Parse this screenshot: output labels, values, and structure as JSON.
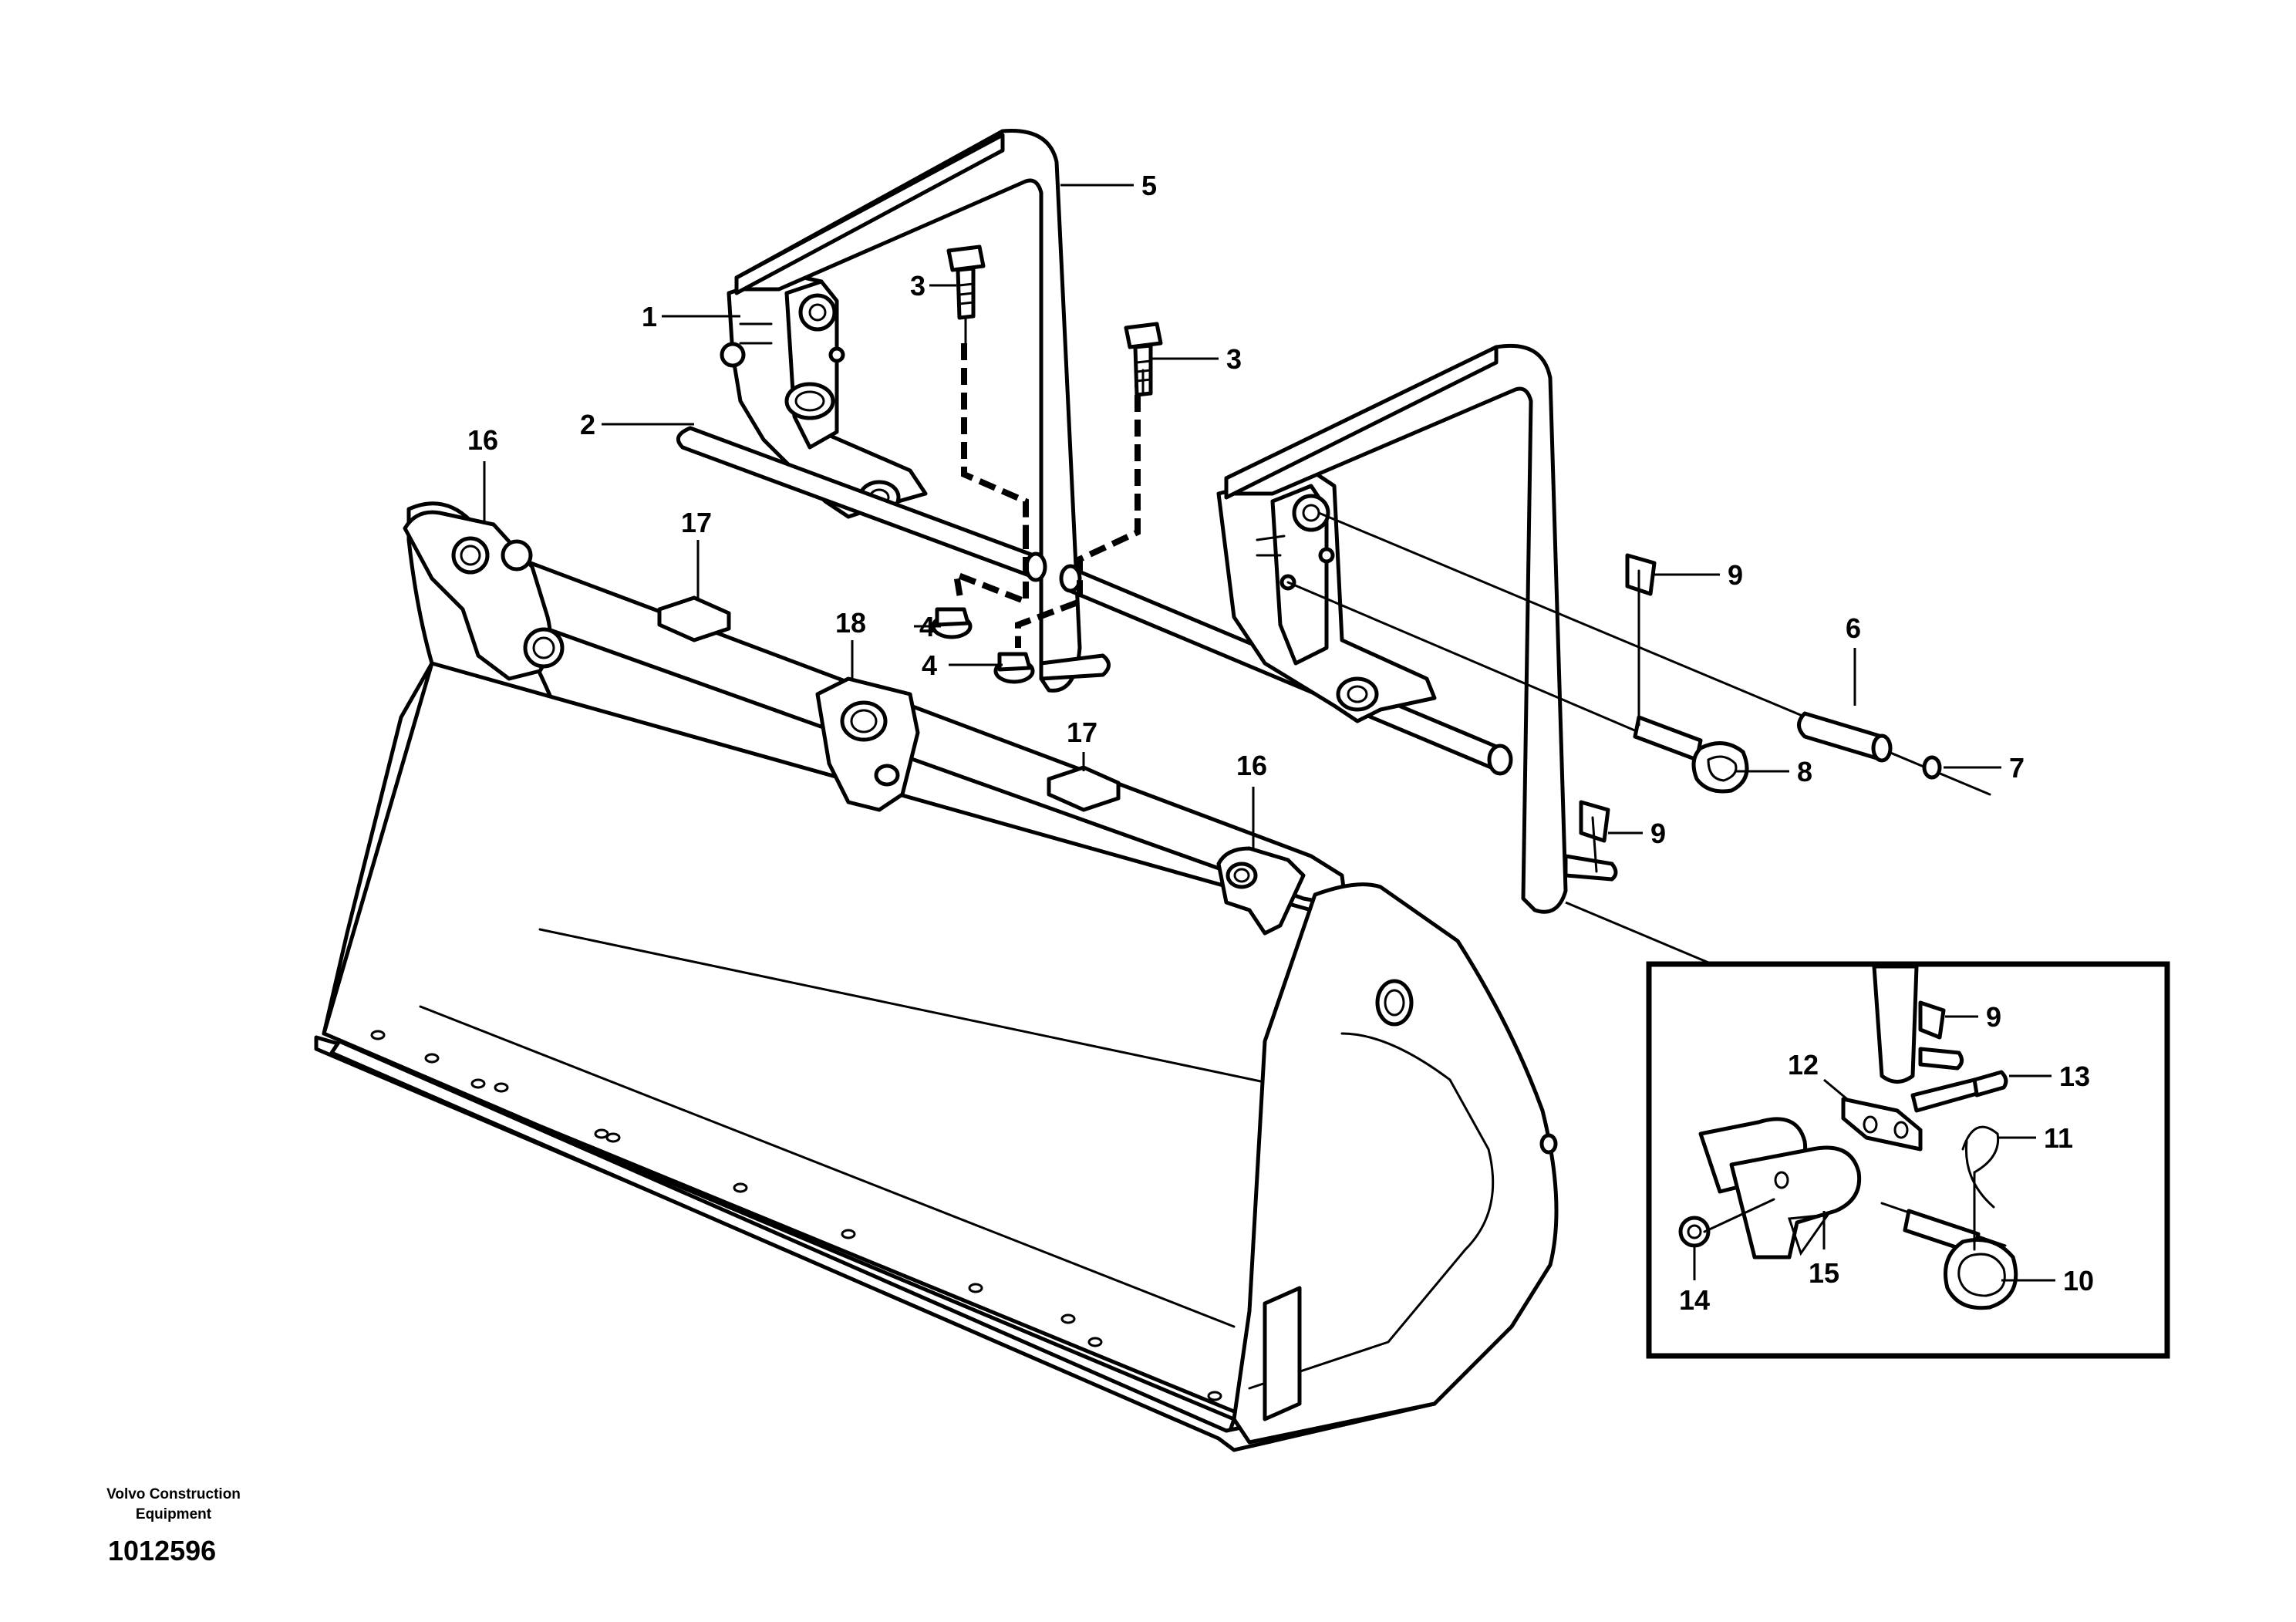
{
  "footer": {
    "maker_line1": "Volvo Construction",
    "maker_line2": "Equipment",
    "drawing_number": "1012596"
  },
  "callouts": {
    "c1": "1",
    "c2": "2",
    "c3a": "3",
    "c3b": "3",
    "c4a": "4",
    "c4b": "4",
    "c5": "5",
    "c6": "6",
    "c7": "7",
    "c8": "8",
    "c9a": "9",
    "c9b": "9",
    "c9c": "9",
    "c10": "10",
    "c11": "11",
    "c12": "12",
    "c13": "13",
    "c14": "14",
    "c15": "15",
    "c16a": "16",
    "c16b": "16",
    "c17a": "17",
    "c17b": "17",
    "c18": "18"
  }
}
